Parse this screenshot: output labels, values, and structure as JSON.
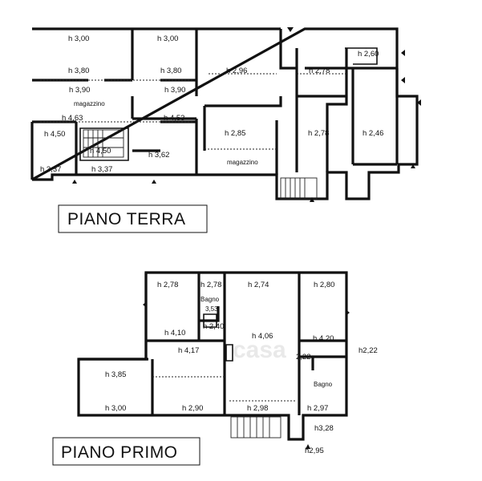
{
  "ground_floor": {
    "title": "PIANO TERRA",
    "labels": {
      "r1_top": "h 3,00",
      "r1_bottom": "h 3,80",
      "r2_top": "h 3,00",
      "r2_bottom": "h 3,80",
      "r3": "h 2,96",
      "r4": "h 2,78",
      "r5": "h 2,60",
      "mag_top_h": "h 3,90",
      "mag_right_h": "h 3,90",
      "mag_name": "magazzino",
      "mag_bot_left": "h 4,63",
      "mag_bot_right": "h 4,53",
      "r6": "h 2,85",
      "r7": "h 2,78",
      "r8": "h 2,46",
      "r9": "h 4,50",
      "r10": "h 4,50",
      "r11": "h 3,62",
      "r12": "h 3,37",
      "r13": "h 3,37",
      "mag2_name": "magazzino"
    }
  },
  "first_floor": {
    "title": "PIANO PRIMO",
    "labels": {
      "f1": "h 2,78",
      "f2": "h 2,78",
      "bagno1": "Bagno",
      "f3": "3,53",
      "f4": "h 2,74",
      "f5": "h 2,80",
      "f6": "h 4,10",
      "f7": "h 2,40",
      "f8": "h 4,06",
      "f9": "h 4,20",
      "f10": "h2,22",
      "f11": "h 4,17",
      "f12": "2,22",
      "f13": "h 3,85",
      "bagno2": "Bagno",
      "f14": "h 3,00",
      "f15": "h 2,90",
      "f16": "h 2,98",
      "f17": "h 2,97",
      "f18": "h3,28",
      "f19": "h2,95"
    }
  },
  "watermark": "casa"
}
